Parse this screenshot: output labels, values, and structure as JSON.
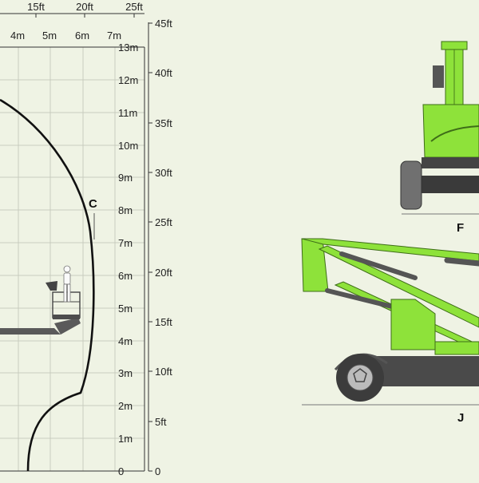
{
  "diagram": {
    "feet_top_labels": [
      "15ft",
      "20ft",
      "25ft"
    ],
    "meter_top_labels": [
      "4m",
      "5m",
      "6m",
      "7m"
    ],
    "meter_right_labels": [
      "13m",
      "12m",
      "11m",
      "10m",
      "9m",
      "8m",
      "7m",
      "6m",
      "5m",
      "4m",
      "3m",
      "2m",
      "1m",
      "0"
    ],
    "feet_right_labels": [
      "45ft",
      "40ft",
      "35ft",
      "30ft",
      "25ft",
      "20ft",
      "15ft",
      "10ft",
      "5ft",
      "0"
    ],
    "dimension_labels": {
      "outreach_point": "C",
      "rear_view": "F",
      "stowed_length": "J"
    },
    "colors": {
      "background": "#eff3e4",
      "grid": "#c9cdbf",
      "machine_green": "#8ee23a",
      "machine_dark": "#5a5a5a",
      "envelope": "#111111"
    },
    "icons": [
      "operator-figure-icon",
      "platform-basket-icon",
      "wheel-icon"
    ]
  }
}
